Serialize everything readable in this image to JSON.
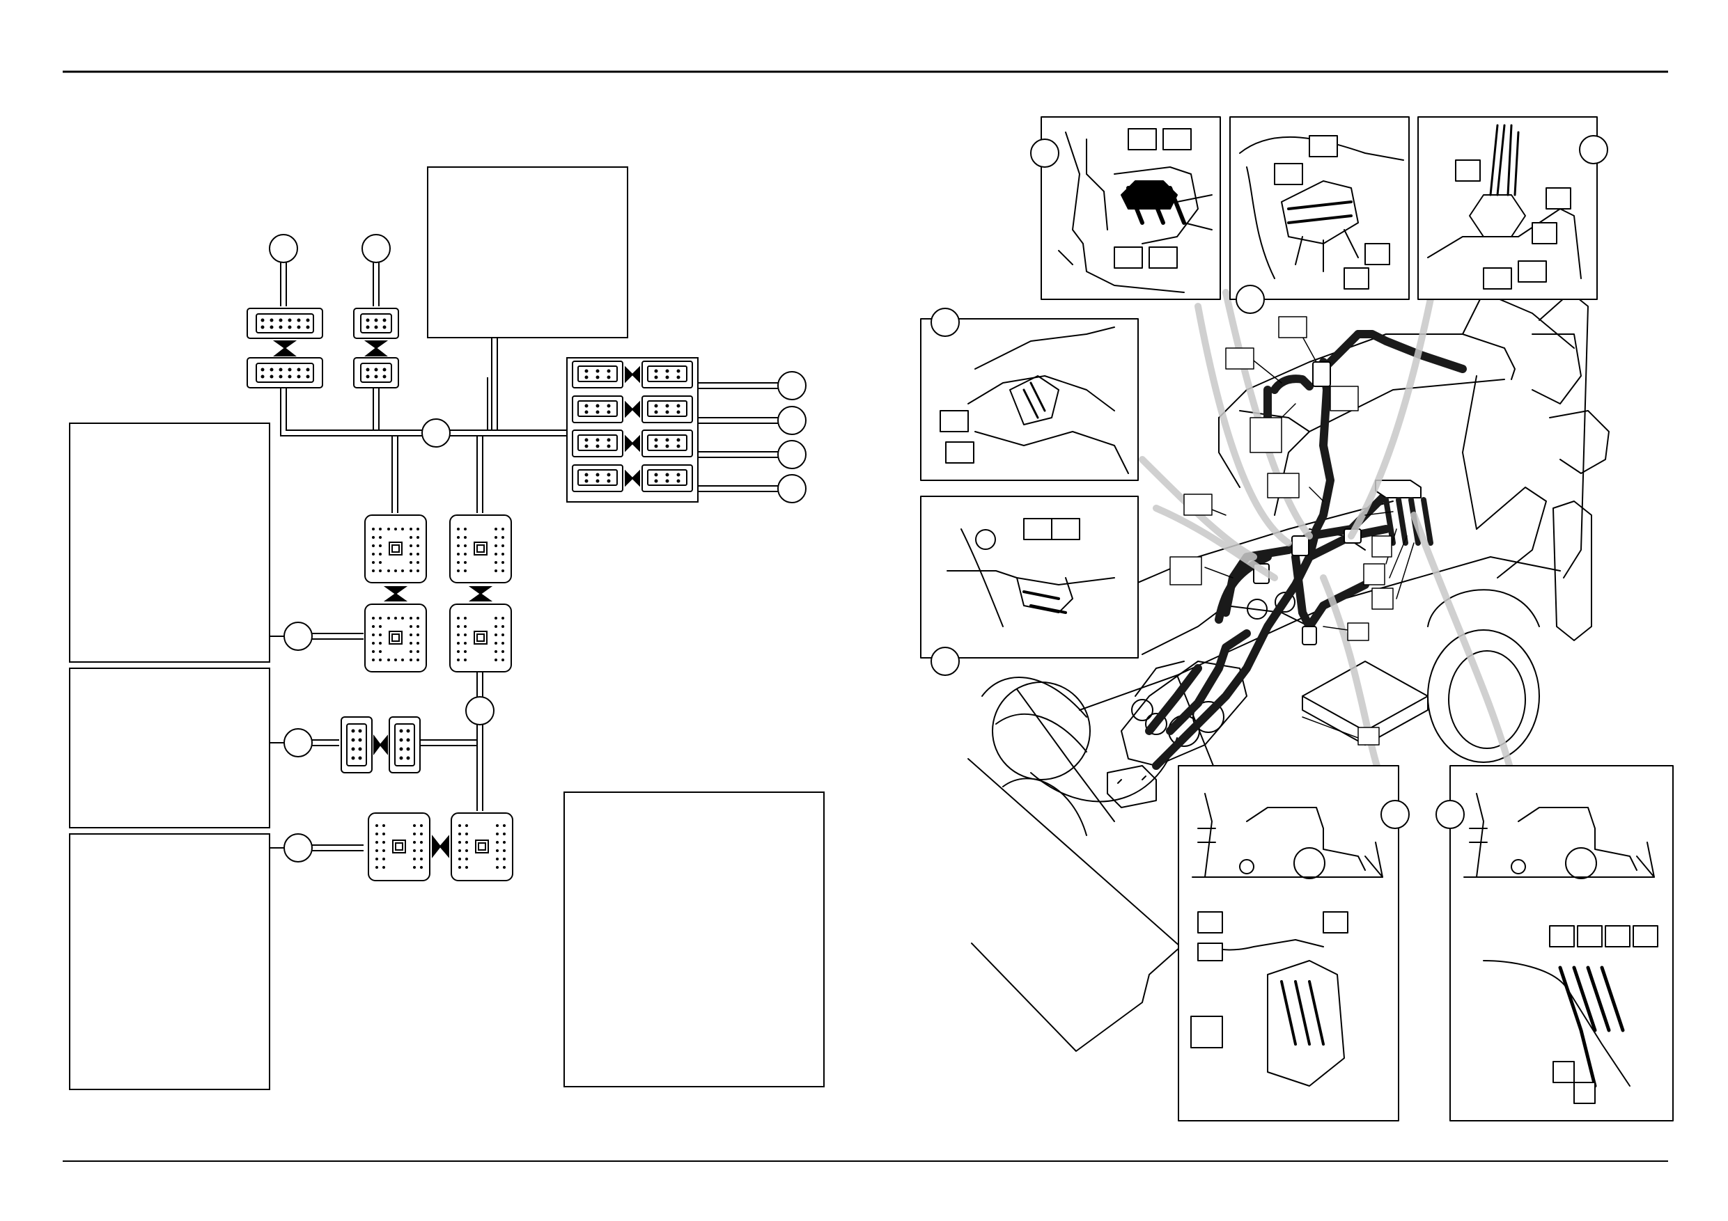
{
  "page": {
    "background": "#ffffff",
    "line_color": "#000000",
    "harness_color": "#1a1a1a",
    "leader_color": "#c8c8c8"
  },
  "schematic": {
    "label_boxes": [
      {
        "id": "box-top"
      },
      {
        "id": "box-left-1"
      },
      {
        "id": "box-left-2"
      },
      {
        "id": "box-left-3"
      },
      {
        "id": "box-right"
      }
    ],
    "circles": [
      {
        "id": "circle-top-1"
      },
      {
        "id": "circle-top-2"
      },
      {
        "id": "circle-junction-main"
      },
      {
        "id": "circle-right-1"
      },
      {
        "id": "circle-right-2"
      },
      {
        "id": "circle-right-3"
      },
      {
        "id": "circle-right-4"
      },
      {
        "id": "circle-left-1"
      },
      {
        "id": "circle-left-2"
      },
      {
        "id": "circle-left-3"
      },
      {
        "id": "circle-junction-lower"
      }
    ],
    "connectors": {
      "small_pairs": 2,
      "right_bank_pairs": 4,
      "ecu_pairs": 2,
      "vertical_pair": 1,
      "bottom_ecu_pair": 1
    }
  },
  "illustration": {
    "detail_views": [
      {
        "id": "detail-top-left"
      },
      {
        "id": "detail-top-middle"
      },
      {
        "id": "detail-top-right"
      },
      {
        "id": "detail-mid-left-1"
      },
      {
        "id": "detail-mid-left-2"
      },
      {
        "id": "detail-bottom-1"
      },
      {
        "id": "detail-bottom-2"
      }
    ]
  }
}
